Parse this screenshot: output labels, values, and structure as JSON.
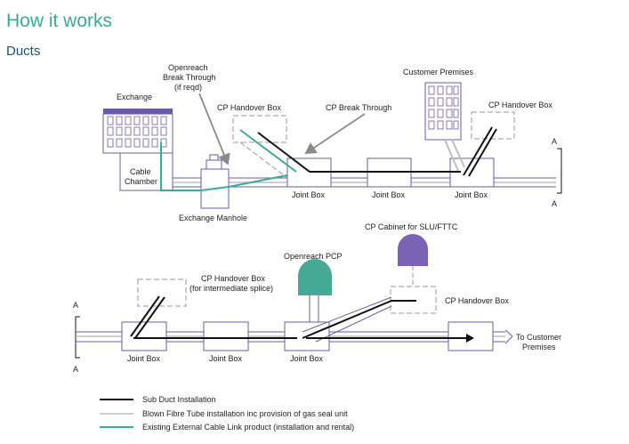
{
  "page": {
    "title": "How it works",
    "subtitle": "Ducts"
  },
  "labels": {
    "exchange": "Exchange",
    "cable_chamber_1": "Cable",
    "cable_chamber_2": "Chamber",
    "exchange_manhole": "Exchange Manhole",
    "openreach_break_1": "Openreach",
    "openreach_break_2": "Break Through",
    "openreach_break_3": "(if reqd)",
    "cp_handover_top_left": "CP Handover Box",
    "cp_break_through": "CP Break Through",
    "customer_premises": "Customer Premises",
    "cp_handover_top_right": "CP Handover Box",
    "joint_box": "Joint Box",
    "section_a": "A",
    "cp_handover_bottom_left_1": "CP Handover Box",
    "cp_handover_bottom_left_2": "(for intermediate splice)",
    "openreach_pcp": "Openreach PCP",
    "cp_cabinet": "CP Cabinet for SLU/FTTC",
    "cp_handover_bottom_right": "CP Handover Box",
    "to_customer_1": "To Customer",
    "to_customer_2": "Premises"
  },
  "legend": [
    {
      "label": "Sub Duct Installation",
      "color": "#111111"
    },
    {
      "label": "Blown Fibre Tube installation inc provision of gas seal unit",
      "color": "#bdbdbd"
    },
    {
      "label": "Existing External Cable Link product (installation and rental)",
      "color": "#3aaa96"
    }
  ],
  "colors": {
    "title": "#3aaa96",
    "subtitle": "#1f4e79",
    "outline": "#6a5aa6",
    "building": "#7a6aae",
    "pcp": "#45a995",
    "cabinet": "#7a63b5",
    "dashed": "#999999"
  }
}
